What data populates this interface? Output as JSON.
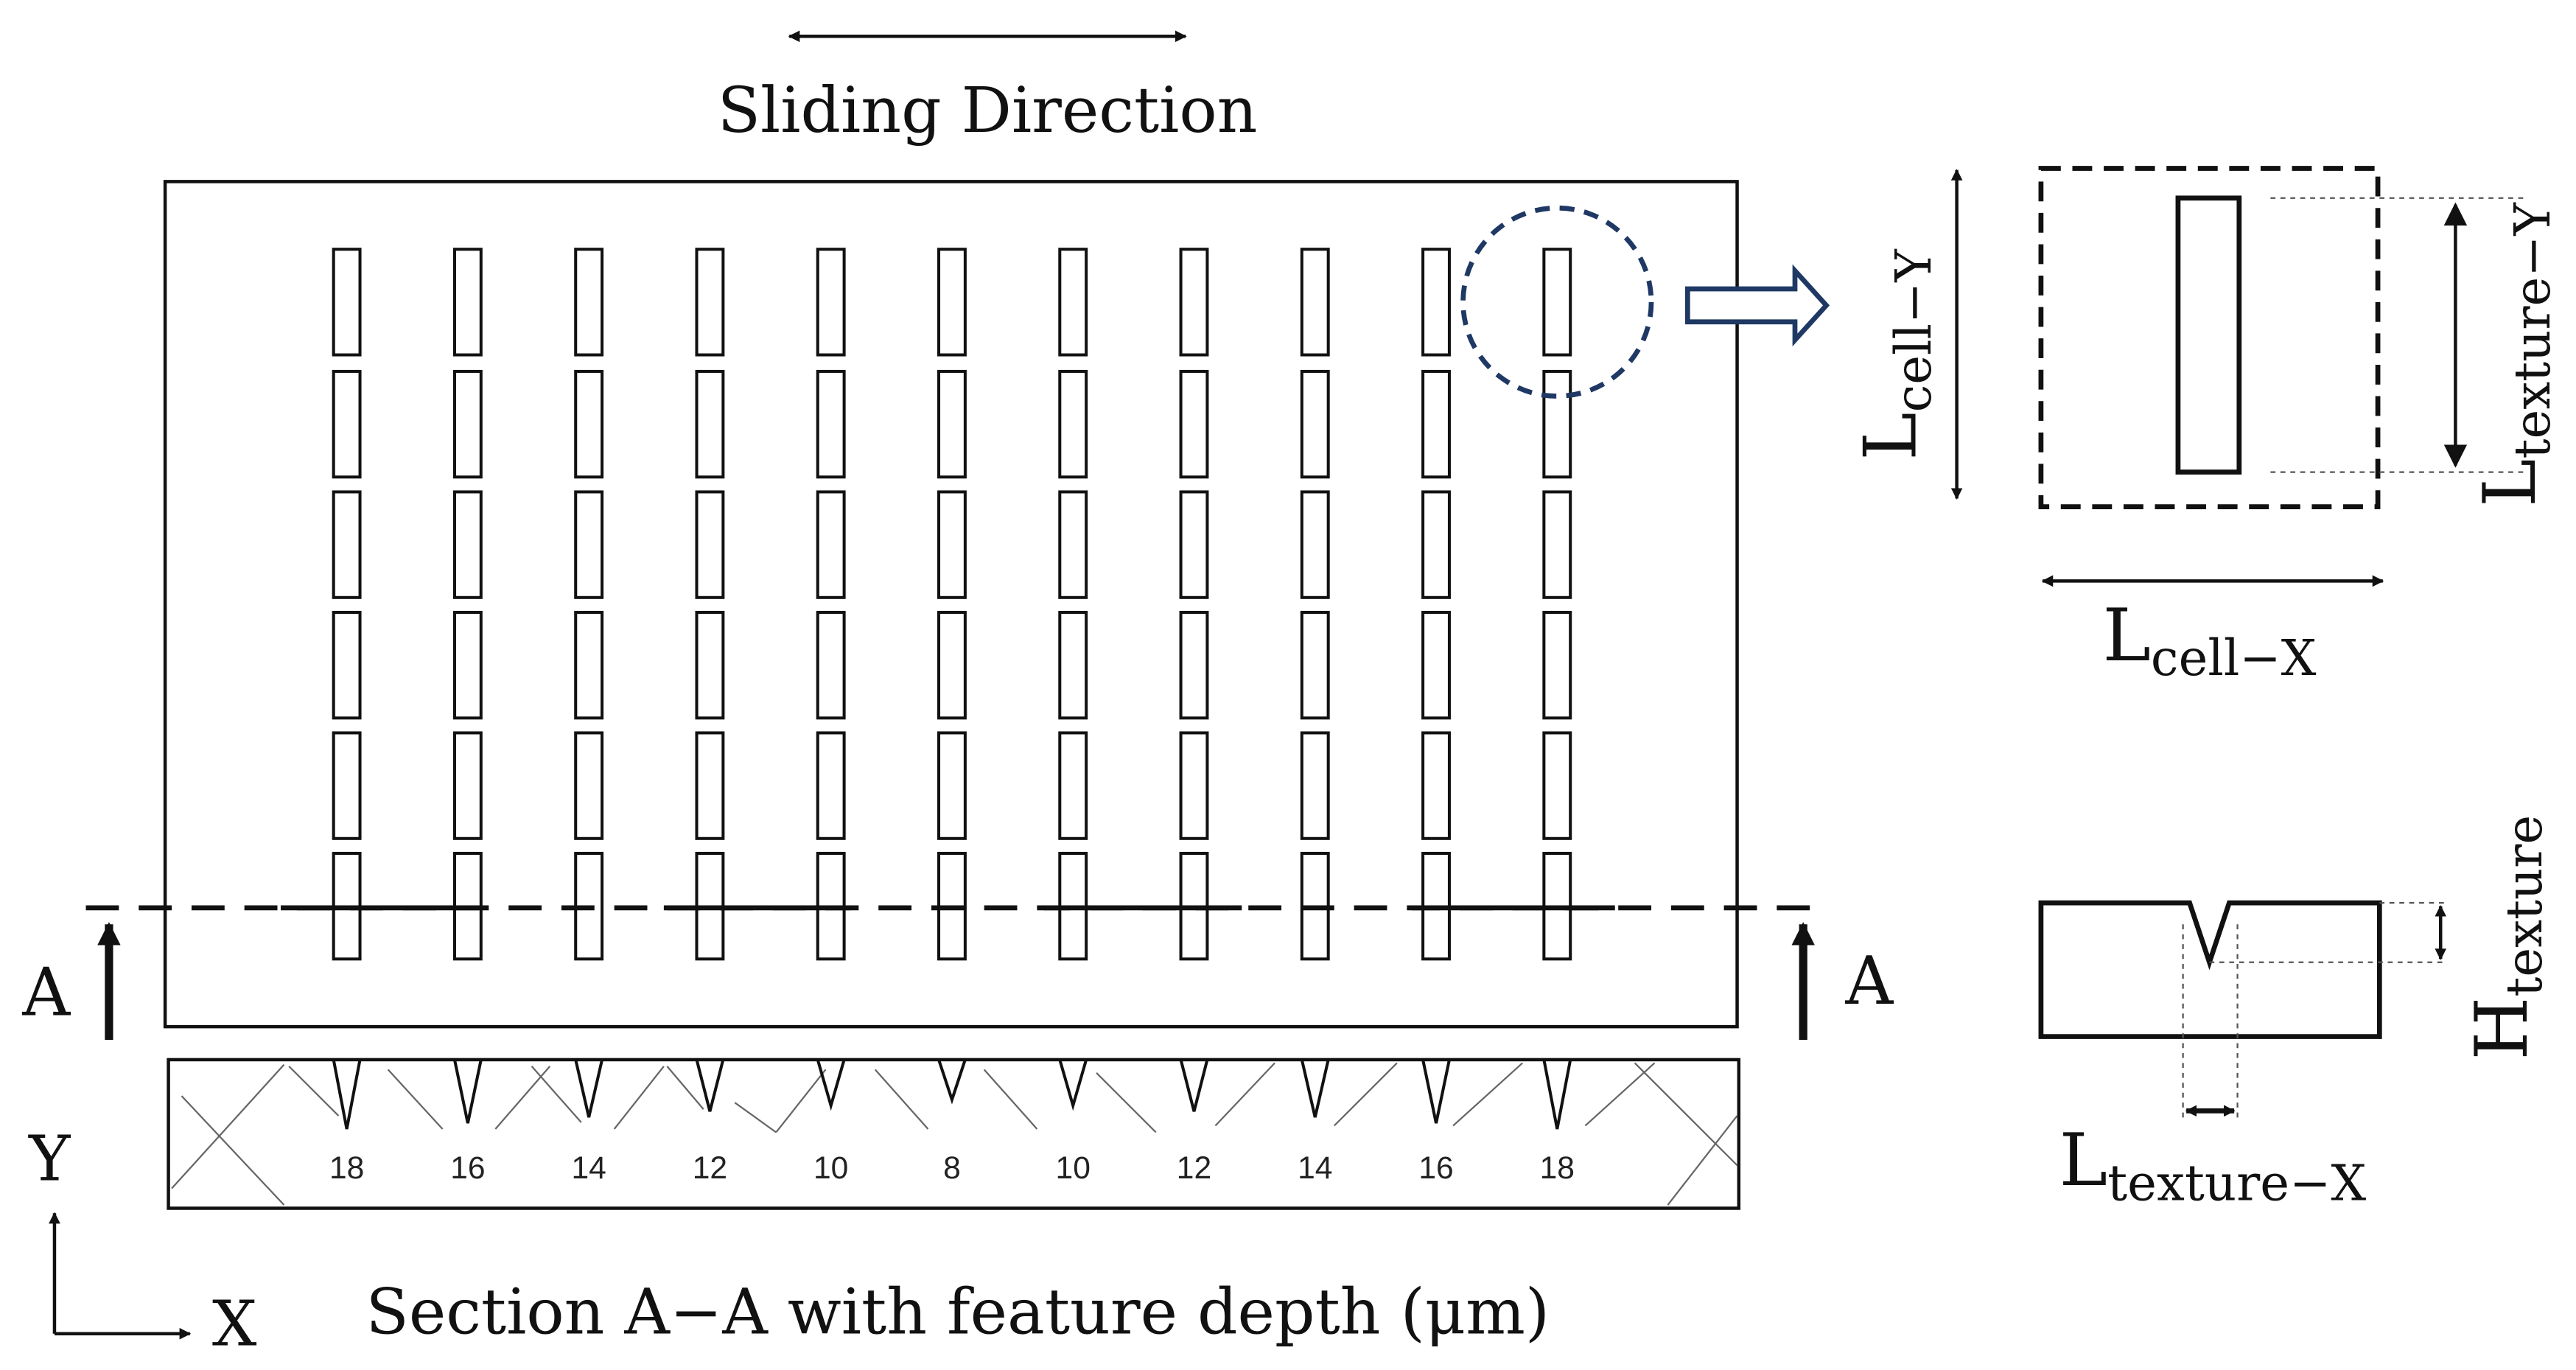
{
  "sliding_direction": "Sliding Direction",
  "section_label_left": "A",
  "section_label_right": "A",
  "section_caption": "Section A−A with feature depth (μm)",
  "depths": [
    "18",
    "16",
    "14",
    "12",
    "10",
    "8",
    "10",
    "12",
    "14",
    "16",
    "18"
  ],
  "rows_per_column": 6,
  "axes": {
    "y": "Y",
    "x": "X"
  },
  "cell_detail": {
    "l_cell_y": {
      "base": "L",
      "sub": "cell−Y"
    },
    "l_texture_y": {
      "base": "L",
      "sub": "texture−Y"
    },
    "l_cell_x": {
      "base": "L",
      "sub": "cell−X"
    }
  },
  "section_detail": {
    "h_texture": {
      "base": "H",
      "sub": "texture"
    },
    "l_texture_x": {
      "base": "L",
      "sub": "texture−X"
    }
  },
  "colors": {
    "line": "#111111",
    "accent": "#1f3864",
    "hatch": "#666666"
  }
}
